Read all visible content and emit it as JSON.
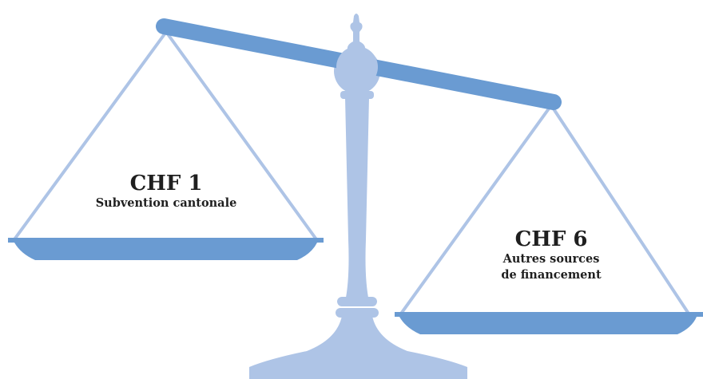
{
  "colors": {
    "beam": "#6a9bd2",
    "pan": "#6a9bd2",
    "stand": "#aec4e6",
    "strings": "#aec4e6"
  },
  "left_pan": {
    "amount": "CHF 1",
    "caption": "Subvention cantonale"
  },
  "right_pan": {
    "amount": "CHF 6",
    "caption_line1": "Autres sources",
    "caption_line2": "de financement"
  }
}
